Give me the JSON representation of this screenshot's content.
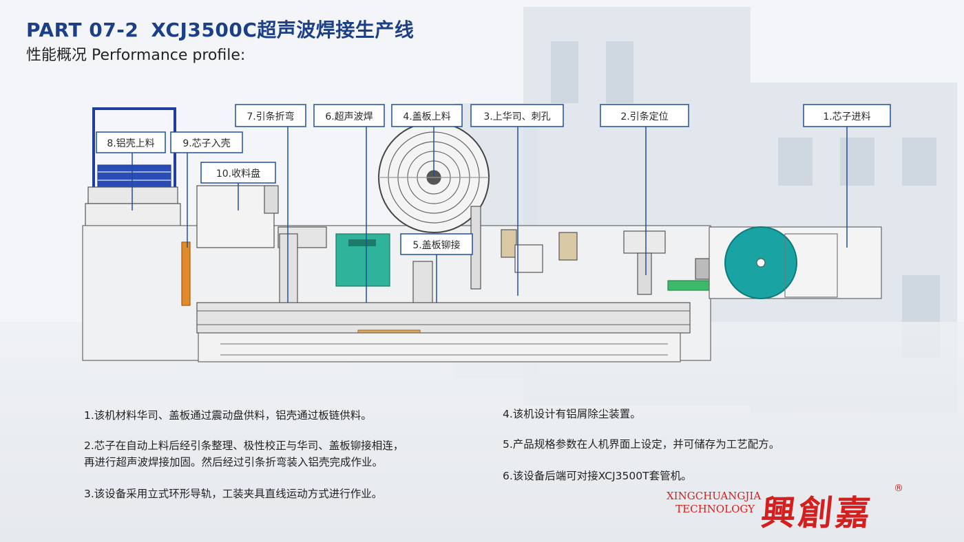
{
  "header": {
    "part": "PART 07-2",
    "model_title": "XCJ3500C超声波焊接生产线",
    "subtitle": "性能概况 Performance profile:"
  },
  "stations": [
    {
      "label": "1.芯子进料"
    },
    {
      "label": "2.引条定位"
    },
    {
      "label": "3.上华司、刺孔"
    },
    {
      "label": "4.盖板上料"
    },
    {
      "label": "5.盖板铆接"
    },
    {
      "label": "6.超声波焊"
    },
    {
      "label": "7.引条折弯"
    },
    {
      "label": "8.铝壳上料"
    },
    {
      "label": "9.芯子入壳"
    },
    {
      "label": "10.收料盘"
    }
  ],
  "descriptions": {
    "left": [
      {
        "lines": [
          "1.该机材料华司、盖板通过震动盘供料，铝壳通过板链供料。"
        ]
      },
      {
        "lines": [
          "2.芯子在自动上料后经引条整理、极性校正与华司、盖板铆接相连，",
          "再进行超声波焊接加固。然后经过引条折弯装入铝壳完成作业。"
        ]
      },
      {
        "lines": [
          "3.该设备采用立式环形导轨，工装夹具直线运动方式进行作业。"
        ]
      }
    ],
    "right": [
      {
        "lines": [
          "4.该机设计有铝屑除尘装置。"
        ]
      },
      {
        "lines": [
          "5.产品规格参数在人机界面上设定，并可储存为工艺配方。"
        ]
      },
      {
        "lines": [
          "6.该设备后端可对接XCJ3500T套管机。"
        ]
      }
    ]
  },
  "logo": {
    "en_line1": "XINGCHUANGJIA",
    "en_line2": "TECHNOLOGY",
    "zh": "興創嘉",
    "reg": "®"
  },
  "colors": {
    "title_blue": "#1d3f86",
    "label_border": "#1f4f9a",
    "machine_blue": "#1e3fa0",
    "feeder_teal": "#1aa3a3",
    "welder_green": "#2fb39a",
    "base_tan": "#d9a860",
    "belt_green": "#3cba6a",
    "logo_red": "#d41f1f"
  }
}
